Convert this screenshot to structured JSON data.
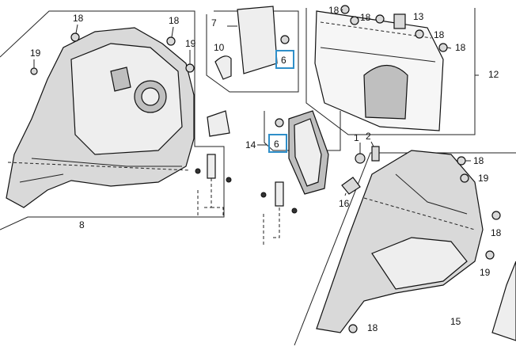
{
  "callouts": {
    "c1": "1",
    "c2": "2",
    "c6a": "6",
    "c6b": "6",
    "c7": "7",
    "c8": "8",
    "c10": "10",
    "c12": "12",
    "c13": "13",
    "c14": "14",
    "c15": "15",
    "c16": "16",
    "c18": "18",
    "c19": "19"
  },
  "colors": {
    "highlight": "#2f8fc9",
    "line": "#222222"
  }
}
